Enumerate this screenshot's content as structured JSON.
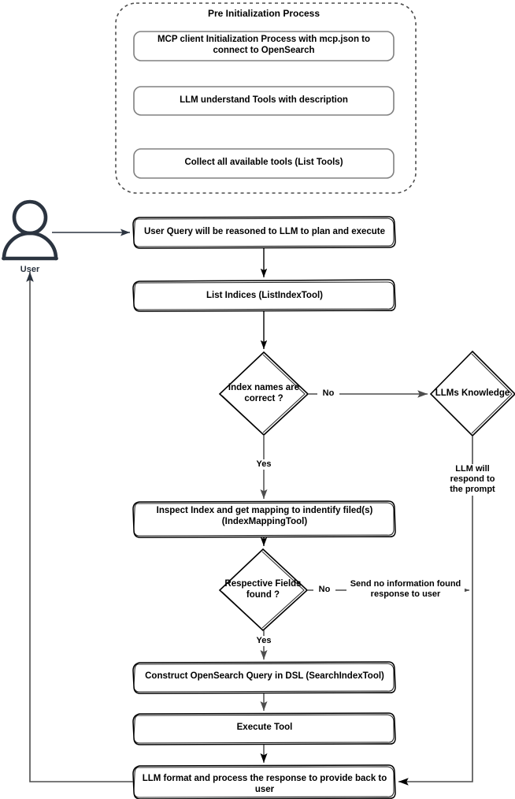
{
  "diagram": {
    "title": "OpenSearch MCP Agent Flow",
    "colors": {
      "stroke": "#000000",
      "arrow": "#4d4d4d",
      "group_border": "#4d4d4d",
      "box_border_soft": "#808080",
      "actor": "#2b3440",
      "background": "#ffffff"
    }
  },
  "group": {
    "title": "Pre Initialization Process",
    "steps": [
      {
        "id": "mcp-init",
        "label": "MCP client Initialization Process with mcp.json to connect to OpenSearch"
      },
      {
        "id": "llm-tools",
        "label": "LLM understand Tools with description"
      },
      {
        "id": "collect-tools",
        "label": "Collect all available tools (List Tools)"
      }
    ]
  },
  "actor": {
    "id": "user",
    "caption": "User",
    "icon": "user-icon"
  },
  "nodes": [
    {
      "id": "user-query",
      "type": "process",
      "label": "User Query will be reasoned to LLM to plan and execute"
    },
    {
      "id": "list-indices",
      "type": "process",
      "label": "List Indices (ListIndexTool)"
    },
    {
      "id": "index-names-correct",
      "type": "decision",
      "label": "Index names are correct ?"
    },
    {
      "id": "llms-knowledge",
      "type": "decision",
      "label": "LLMs Knowledge"
    },
    {
      "id": "inspect-index",
      "type": "process",
      "label": "Inspect Index and get mapping to indentify filed(s) (IndexMappingTool)"
    },
    {
      "id": "respective-fields-found",
      "type": "decision",
      "label": "Respective Fields found ?"
    },
    {
      "id": "construct-query",
      "type": "process",
      "label": "Construct OpenSearch Query in DSL (SearchIndexTool)"
    },
    {
      "id": "execute-tool",
      "type": "process",
      "label": "Execute Tool"
    },
    {
      "id": "llm-format",
      "type": "process",
      "label": "LLM format and process the response to provide back to user"
    }
  ],
  "edge_labels": {
    "no_index": "No",
    "yes_index": "Yes",
    "no_fields": "No",
    "yes_fields": "Yes",
    "llm_respond": "LLM will respond to the prompt",
    "send_no_info": "Send no information found response to user"
  }
}
